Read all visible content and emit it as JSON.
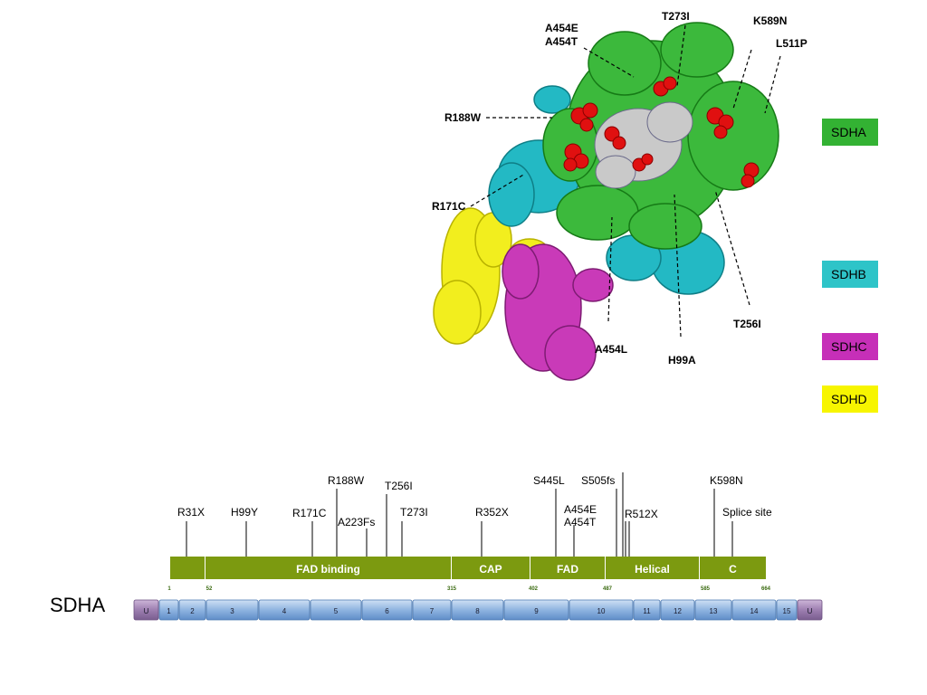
{
  "structure_labels": {
    "a454e": "A454E",
    "a454t": "A454T",
    "t273i": "T273I",
    "k589n": "K589N",
    "l511p": "L511P",
    "r188w": "R188W",
    "r171c": "R171C",
    "t256i": "T256I",
    "a454l": "A454L",
    "h99a": "H99A"
  },
  "legend": [
    {
      "label": "SDHA",
      "color": "#33b233"
    },
    {
      "label": "SDHB",
      "color": "#2ec4c8"
    },
    {
      "label": "SDHC",
      "color": "#c62fb8"
    },
    {
      "label": "SDHD",
      "color": "#f7f500"
    }
  ],
  "gene": {
    "name": "SDHA",
    "domains": [
      {
        "label": "",
        "color": "#7c9a10"
      },
      {
        "label": "FAD binding",
        "color": "#7c9a10"
      },
      {
        "label": "CAP",
        "color": "#7c9a10"
      },
      {
        "label": "FAD",
        "color": "#7c9a10"
      },
      {
        "label": "Helical",
        "color": "#7c9a10"
      },
      {
        "label": "C",
        "color": "#7c9a10"
      }
    ],
    "positions": [
      "1",
      "52",
      "315",
      "402",
      "487",
      "585",
      "664"
    ],
    "exons": [
      "U",
      "1",
      "2",
      "3",
      "4",
      "5",
      "6",
      "7",
      "8",
      "9",
      "10",
      "11",
      "12",
      "13",
      "14",
      "15",
      "U"
    ],
    "mutations": [
      "R31X",
      "H99Y",
      "R171C",
      "R188W",
      "A223Fs",
      "T256I",
      "T273I",
      "R352X",
      "S445L",
      "A454E",
      "A454T",
      "S505fs",
      "R512X",
      "K598N",
      "Splice site"
    ]
  }
}
